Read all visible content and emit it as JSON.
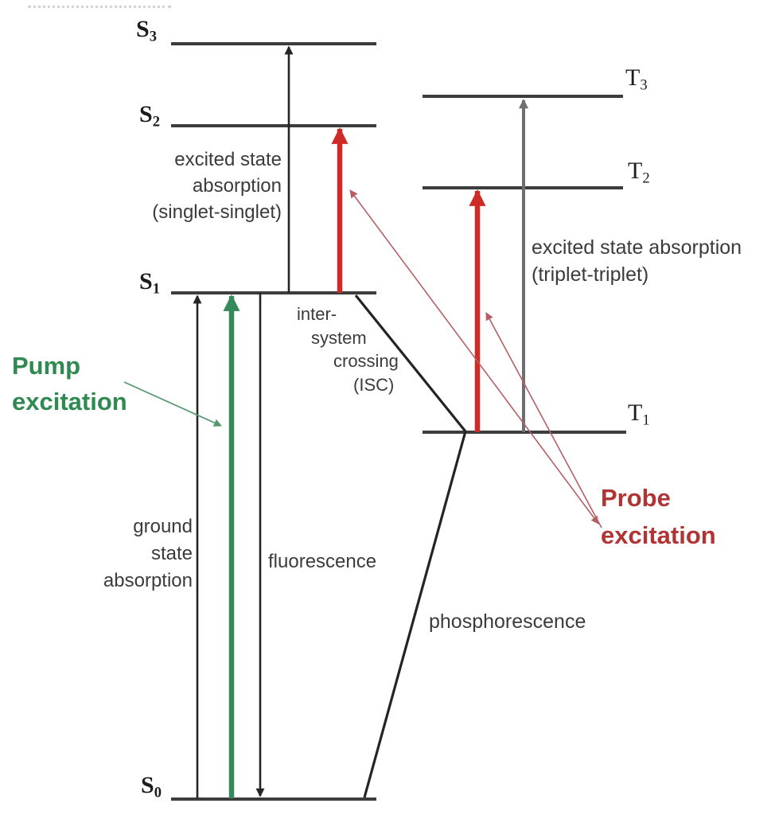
{
  "colors": {
    "bg": "#ffffff",
    "text": "#3b3b3b",
    "level_line": "#3d3d3d",
    "black_arrow": "#242424",
    "gray_arrow": "#6f6f6f",
    "red": "#cf2b26",
    "green": "#35895a",
    "thin_red": "#b45f66",
    "thin_green": "#55976f",
    "pump_text": "#2e8a50",
    "probe_text": "#b13434"
  },
  "levels": {
    "s3": {
      "base": "S",
      "sub": "3"
    },
    "s2": {
      "base": "S",
      "sub": "2"
    },
    "s1": {
      "base": "S",
      "sub": "1"
    },
    "s0": {
      "base": "S",
      "sub": "0"
    },
    "t3": {
      "base": "T",
      "sub": "3"
    },
    "t2": {
      "base": "T",
      "sub": "2"
    },
    "t1": {
      "base": "T",
      "sub": "1"
    }
  },
  "labels": {
    "singlet_esa": {
      "line1": "excited state",
      "line2": "absorption",
      "line3": "(singlet-singlet)"
    },
    "triplet_esa": {
      "line1": "excited state absorption",
      "line2": "(triplet-triplet)"
    },
    "isc": {
      "line1": "inter-",
      "line2": "system",
      "line3": "crossing",
      "line4": "(ISC)"
    },
    "ground_state_absorption": {
      "line1": "ground",
      "line2": "state",
      "line3": "absorption"
    },
    "fluorescence": "fluorescence",
    "phosphorescence": "phosphorescence",
    "pump": {
      "line1": "Pump",
      "line2": "excitation"
    },
    "probe": {
      "line1": "Probe",
      "line2": "excitation"
    }
  }
}
